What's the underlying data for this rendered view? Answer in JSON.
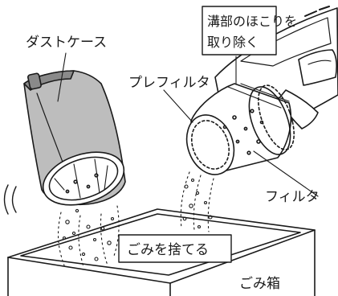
{
  "labels": {
    "dust_case": "ダストケース",
    "groove_dust_line1": "溝部のほこりを",
    "groove_dust_line2": "取り除く",
    "pre_filter": "プレフィルタ",
    "filter": "フィルタ",
    "discard": "ごみを捨てる",
    "trash_box": "ごみ箱"
  },
  "colors": {
    "outline": "#1a1a1a",
    "case_fill": "#bdbdbd",
    "case_dark": "#8a8a8a",
    "body_fill": "#ffffff",
    "background": "#ffffff"
  },
  "icons": {
    "shake_motion": "shake-motion-arcs",
    "falling_dust": "dust-particles"
  }
}
